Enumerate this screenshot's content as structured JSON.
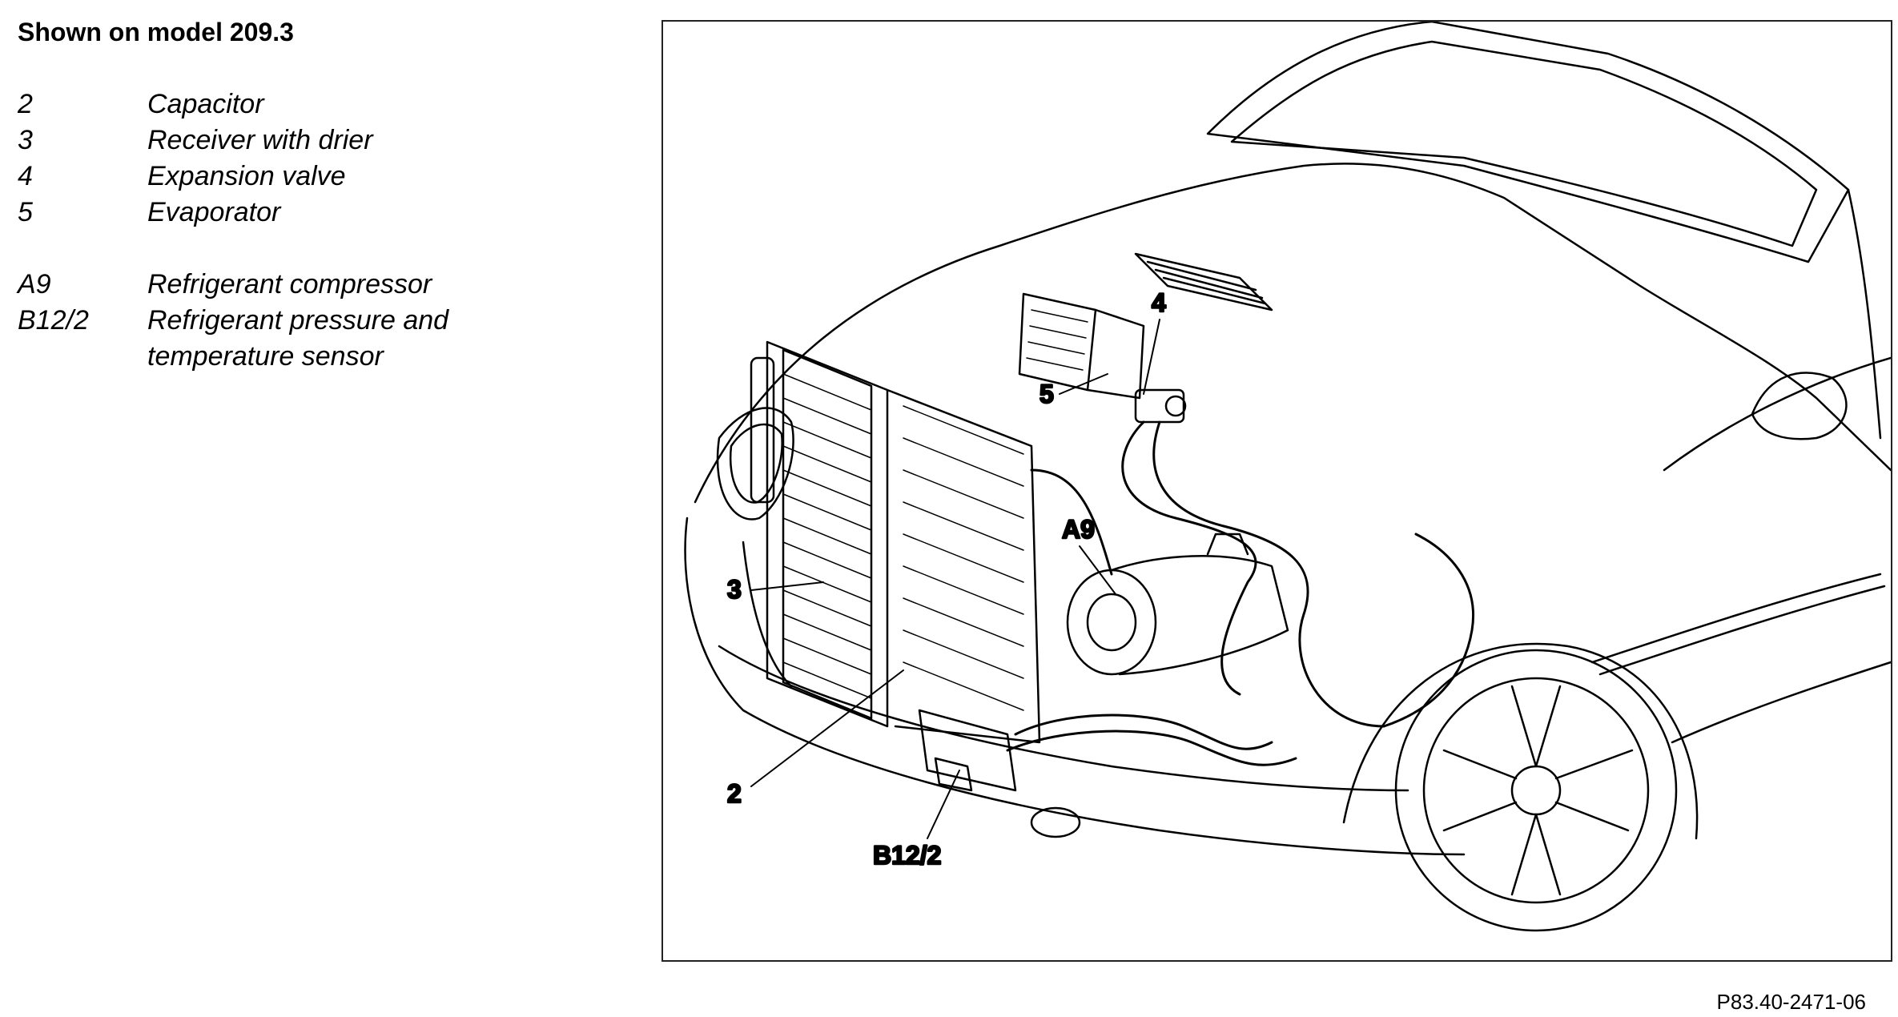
{
  "title": "Shown on model 209.3",
  "legend": {
    "group1": [
      {
        "code": "2",
        "desc": "Capacitor"
      },
      {
        "code": "3",
        "desc": "Receiver with drier"
      },
      {
        "code": "4",
        "desc": "Expansion valve"
      },
      {
        "code": "5",
        "desc": "Evaporator"
      }
    ],
    "group2": [
      {
        "code": "A9",
        "desc": "Refrigerant compressor"
      },
      {
        "code": "B12/2",
        "desc": "Refrigerant pressure and temperature sensor"
      }
    ]
  },
  "callouts": {
    "c2": "2",
    "c3": "3",
    "c4": "4",
    "c5": "5",
    "cA9": "A9",
    "cB12": "B12/2"
  },
  "figure_ref": "P83.40-2471-06"
}
